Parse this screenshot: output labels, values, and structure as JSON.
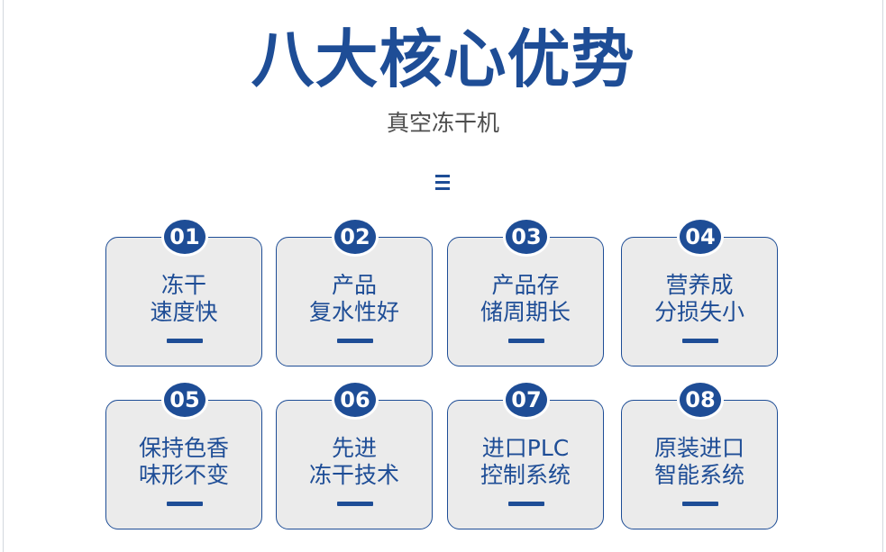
{
  "header": {
    "title": "八大核心优势",
    "subtitle": "真空冻干机",
    "menu_icon": "menu-icon"
  },
  "colors": {
    "accent": "#1e4d96",
    "card_bg": "#ebebeb",
    "subtitle": "#4d4d4d"
  },
  "cards": [
    {
      "num": "01",
      "line1": "冻干",
      "line2": "速度快"
    },
    {
      "num": "02",
      "line1": "产品",
      "line2": "复水性好"
    },
    {
      "num": "03",
      "line1": "产品存",
      "line2": "储周期长"
    },
    {
      "num": "04",
      "line1": "营养成",
      "line2": "分损失小"
    },
    {
      "num": "05",
      "line1": "保持色香",
      "line2": "味形不变"
    },
    {
      "num": "06",
      "line1": "先进",
      "line2": "冻干技术"
    },
    {
      "num": "07",
      "line1": "进口PLC",
      "line2": "控制系统"
    },
    {
      "num": "08",
      "line1": "原装进口",
      "line2": "智能系统"
    }
  ]
}
